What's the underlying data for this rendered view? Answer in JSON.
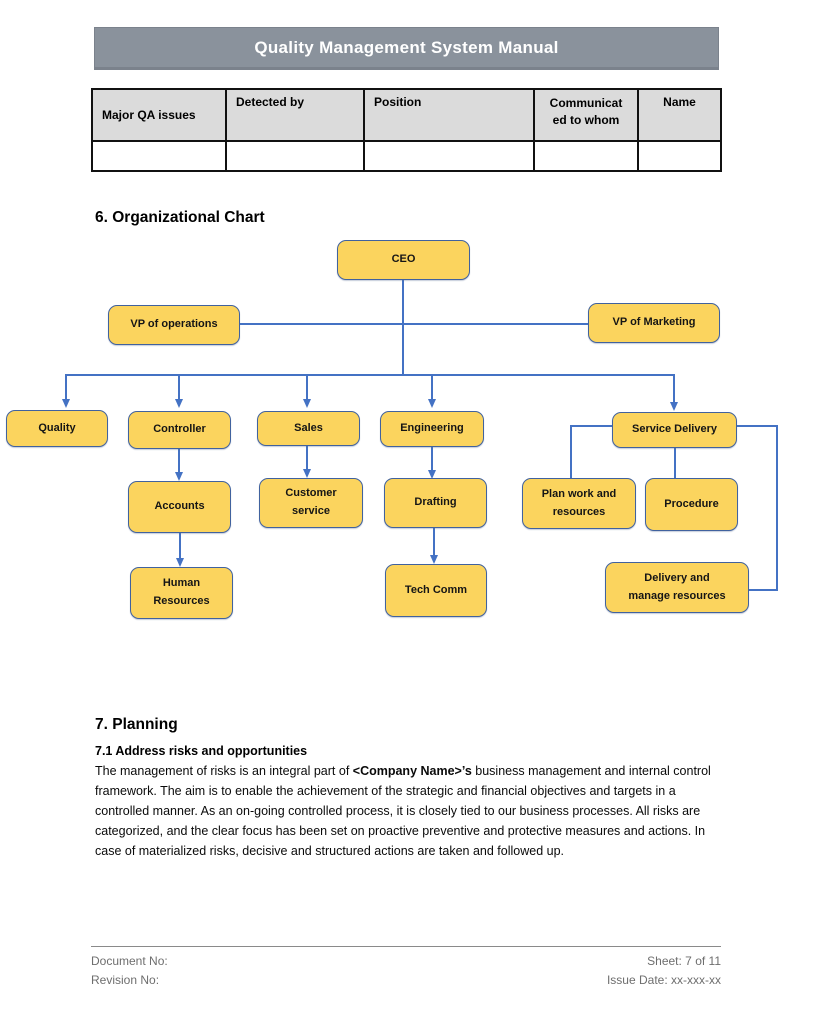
{
  "document": {
    "title": "Quality Management System Manual"
  },
  "qa_table": {
    "columns": [
      "Major QA issues",
      "Detected by",
      "Position",
      "Communicated to whom",
      "Name"
    ],
    "empty_row": [
      "",
      "",
      "",
      "",
      ""
    ]
  },
  "org_chart_section": {
    "heading": "6. Organizational Chart",
    "nodes": {
      "ceo": "CEO",
      "vp_operations": "VP of operations",
      "vp_marketing": "VP of Marketing",
      "quality": "Quality",
      "controller": "Controller",
      "sales": "Sales",
      "engineering": "Engineering",
      "service_delivery": "Service Delivery",
      "accounts": "Accounts",
      "customer_service": "Customer service",
      "drafting": "Drafting",
      "plan_work": "Plan work and resources",
      "procedure": "Procedure",
      "human_resources": "Human Resources",
      "tech_comm": "Tech Comm",
      "delivery_manage": "Delivery and manage resources"
    }
  },
  "planning_section": {
    "heading": "7. Planning",
    "subheading": "7.1 Address risks and opportunities",
    "paragraph": {
      "before_bold": "The management of risks is an integral part of ",
      "bold": "<Company Name>’s",
      "after_bold": " business management and internal control framework. The aim is to enable the achievement of the strategic and financial objectives and targets in a controlled manner. As an on-going controlled process, it is closely tied to our business processes. All risks are categorized, and the clear focus has been set on proactive preventive and protective measures and actions. In case of materialized risks, decisive and structured actions are taken and followed up."
    }
  },
  "footer": {
    "document_no_label": "Document No:",
    "revision_no_label": "Revision No:",
    "sheet_label": "Sheet: 7 of 11",
    "issue_date_label": "Issue Date: xx-xxx-xx"
  },
  "colors": {
    "accent_blue": "#4472C4",
    "node_fill": "#FBD45E",
    "node_border": "#41629E",
    "banner_bg": "#8A929C",
    "banner_border": "#7B828C",
    "table_header_bg": "#DBDBDB",
    "footer_text": "#6E6E6E"
  }
}
